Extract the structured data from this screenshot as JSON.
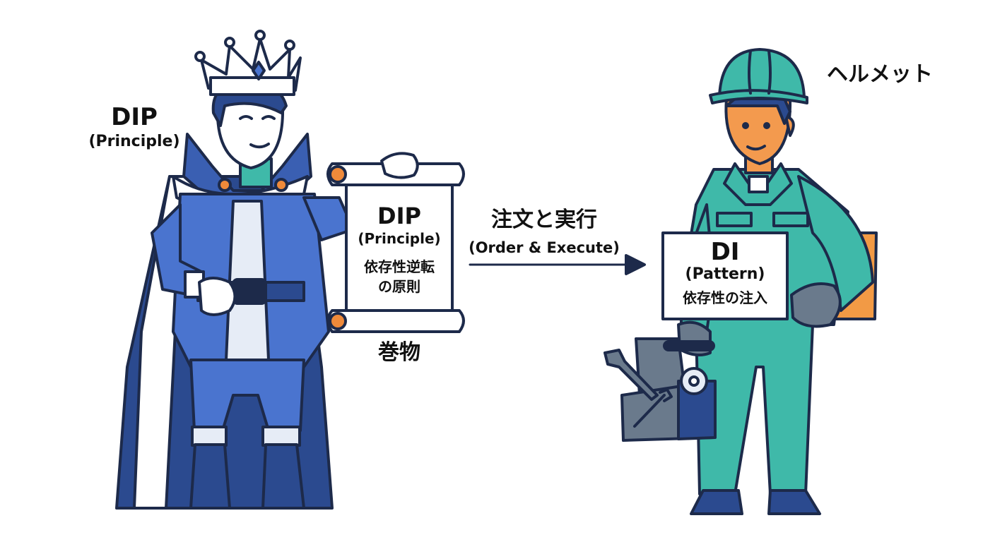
{
  "labels": {
    "king_title": "DIP",
    "king_subtitle": "(Principle)",
    "helmet": "ヘルメット",
    "scroll_caption": "巻物"
  },
  "scroll": {
    "title": "DIP",
    "subtitle": "(Principle)",
    "japanese": "依存性逆転\nの原則"
  },
  "arrow": {
    "japanese": "注文と実行",
    "english": "(Order & Execute)"
  },
  "sign": {
    "title": "DI",
    "subtitle": "(Pattern)",
    "japanese": "依存性の注入"
  },
  "icons": {
    "king": "king-figure",
    "worker": "worker-figure",
    "crown": "crown-icon",
    "scroll": "scroll-icon",
    "helmet": "helmet-icon",
    "toolbox": "toolbox-icon",
    "wrench": "wrench-icon",
    "gear": "gear-icon",
    "box": "cardboard-box-icon"
  },
  "colors": {
    "king_blue": "#4a74cf",
    "king_dark": "#2b4a8f",
    "worker_teal": "#3fb9a9",
    "skin": "#f39a4e",
    "outline": "#1d2a4a",
    "box_orange": "#f29a45",
    "toolbox_gray": "#6a7a8c"
  }
}
